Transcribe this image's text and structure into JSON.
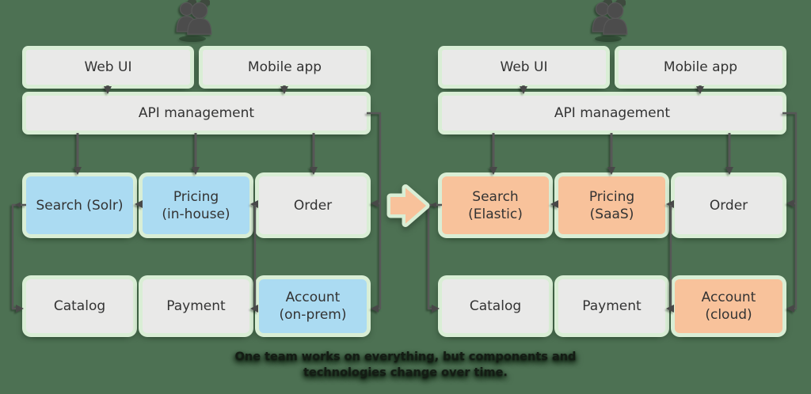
{
  "caption": {
    "line1": "One team works on everything, but components and",
    "line2": "technologies change over time."
  },
  "transition_arrow": {
    "direction": "right"
  },
  "colors": {
    "background": "#4d7153",
    "box_gray": "#e9e9e8",
    "box_highlight_before": "#abdbf2",
    "box_highlight_after": "#f8c29b",
    "glow_green": "#d9eed5",
    "connector": "#575757",
    "box_text": "#333333"
  },
  "diagrams": [
    {
      "name": "before",
      "clients": [
        {
          "label": "Web UI"
        },
        {
          "label": "Mobile app"
        }
      ],
      "gateway": {
        "label": "API management"
      },
      "services": [
        {
          "line1": "Search (Solr)",
          "line2": "",
          "highlight": "blue"
        },
        {
          "line1": "Pricing",
          "line2": "(in-house)",
          "highlight": "blue"
        },
        {
          "line1": "Order",
          "line2": "",
          "highlight": "none"
        },
        {
          "line1": "Catalog",
          "line2": "",
          "highlight": "none"
        },
        {
          "line1": "Payment",
          "line2": "",
          "highlight": "none"
        },
        {
          "line1": "Account",
          "line2": "(on-prem)",
          "highlight": "blue"
        }
      ]
    },
    {
      "name": "after",
      "clients": [
        {
          "label": "Web UI"
        },
        {
          "label": "Mobile app"
        }
      ],
      "gateway": {
        "label": "API management"
      },
      "services": [
        {
          "line1": "Search",
          "line2": "(Elastic)",
          "highlight": "orange"
        },
        {
          "line1": "Pricing",
          "line2": "(SaaS)",
          "highlight": "orange"
        },
        {
          "line1": "Order",
          "line2": "",
          "highlight": "none"
        },
        {
          "line1": "Catalog",
          "line2": "",
          "highlight": "none"
        },
        {
          "line1": "Payment",
          "line2": "",
          "highlight": "none"
        },
        {
          "line1": "Account",
          "line2": "(cloud)",
          "highlight": "orange"
        }
      ]
    }
  ]
}
